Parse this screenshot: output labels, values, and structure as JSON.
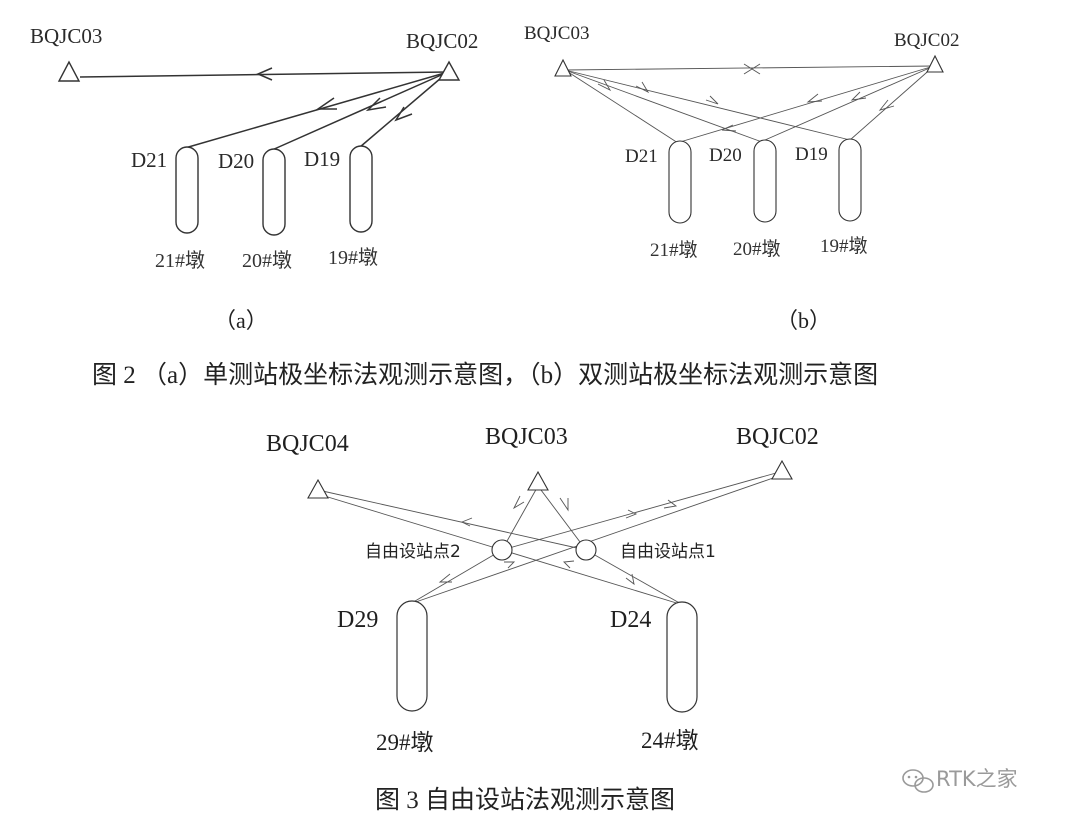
{
  "fig2": {
    "a": {
      "bench_left": "BQJC03",
      "bench_right": "BQJC02",
      "piers": [
        {
          "label": "D21",
          "name": "21#墩"
        },
        {
          "label": "D20",
          "name": "20#墩"
        },
        {
          "label": "D19",
          "name": "19#墩"
        }
      ],
      "sublabel": "（a）"
    },
    "b": {
      "bench_left": "BQJC03",
      "bench_right": "BQJC02",
      "piers": [
        {
          "label": "D21",
          "name": "21#墩"
        },
        {
          "label": "D20",
          "name": "20#墩"
        },
        {
          "label": "D19",
          "name": "19#墩"
        }
      ],
      "sublabel": "（b）"
    },
    "caption": "图 2 （a）单测站极坐标法观测示意图，（b）双测站极坐标法观测示意图"
  },
  "fig3": {
    "bench_left": "BQJC04",
    "bench_mid": "BQJC03",
    "bench_right": "BQJC02",
    "station_left": "自由设站点2",
    "station_right": "自由设站点1",
    "piers": [
      {
        "label": "D29",
        "name": "29#墩"
      },
      {
        "label": "D24",
        "name": "24#墩"
      }
    ],
    "caption": "图 3 自由设站法观测示意图"
  },
  "watermark": {
    "text": "RTK之家",
    "icon": "wechat-icon"
  }
}
